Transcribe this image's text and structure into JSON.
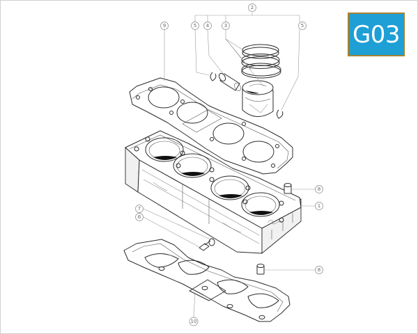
{
  "badge": {
    "code": "G03",
    "background": "#1e9fd5",
    "border": "#a6822f"
  },
  "callouts": [
    {
      "id": "c-2",
      "label": "2"
    },
    {
      "id": "c-5a",
      "label": "5"
    },
    {
      "id": "c-4",
      "label": "4"
    },
    {
      "id": "c-3",
      "label": "3"
    },
    {
      "id": "c-5b",
      "label": "5"
    },
    {
      "id": "c-9",
      "label": "9"
    },
    {
      "id": "c-8a",
      "label": "8"
    },
    {
      "id": "c-1",
      "label": "1"
    },
    {
      "id": "c-7",
      "label": "7"
    },
    {
      "id": "c-6",
      "label": "6"
    },
    {
      "id": "c-8b",
      "label": "8"
    },
    {
      "id": "c-10",
      "label": "10"
    }
  ]
}
